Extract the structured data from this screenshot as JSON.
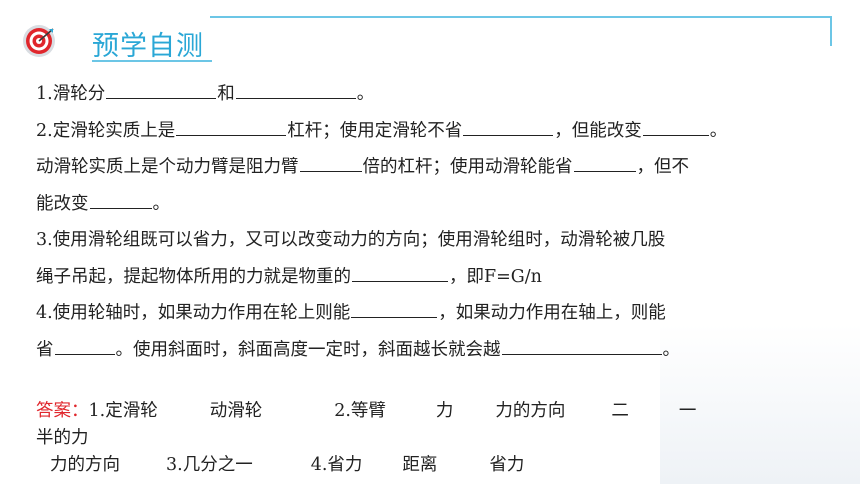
{
  "header": {
    "title": "预学自测"
  },
  "questions": {
    "q1": {
      "a": "1.滑轮分",
      "b": "和",
      "c": "。"
    },
    "q2": {
      "l1a": "2.定滑轮实质上是",
      "l1b": "杠杆；使用定滑轮不省",
      "l1c": "，但能改变",
      "l1d": "。",
      "l2a": "动滑轮实质上是个动力臂是阻力臂",
      "l2b": "倍的杠杆；使用动滑轮能省",
      "l2c": "，但不",
      "l3a": "能改变",
      "l3b": "。"
    },
    "q3": {
      "l1": "3.使用滑轮组既可以省力，又可以改变动力的方向；使用滑轮组时，动滑轮被几股",
      "l2a": "绳子吊起，提起物体所用的力就是物重的",
      "l2b": "，即F=G/n"
    },
    "q4": {
      "l1a": "4.使用轮轴时，如果动力作用在轮上则能",
      "l1b": "，如果动力作用在轴上，则能",
      "l2a": "省",
      "l2b": "。使用斜面时，斜面高度一定时，斜面越长就会越",
      "l2c": "。"
    }
  },
  "answer": {
    "label": "答案：",
    "items": [
      "1.定滑轮",
      "动滑轮",
      "2.等臂",
      "力",
      "力的方向",
      "二",
      "一"
    ],
    "line2": "半的力",
    "line3": [
      "力的方向",
      "3.几分之一",
      "4.省力",
      "距离",
      "省力"
    ]
  }
}
